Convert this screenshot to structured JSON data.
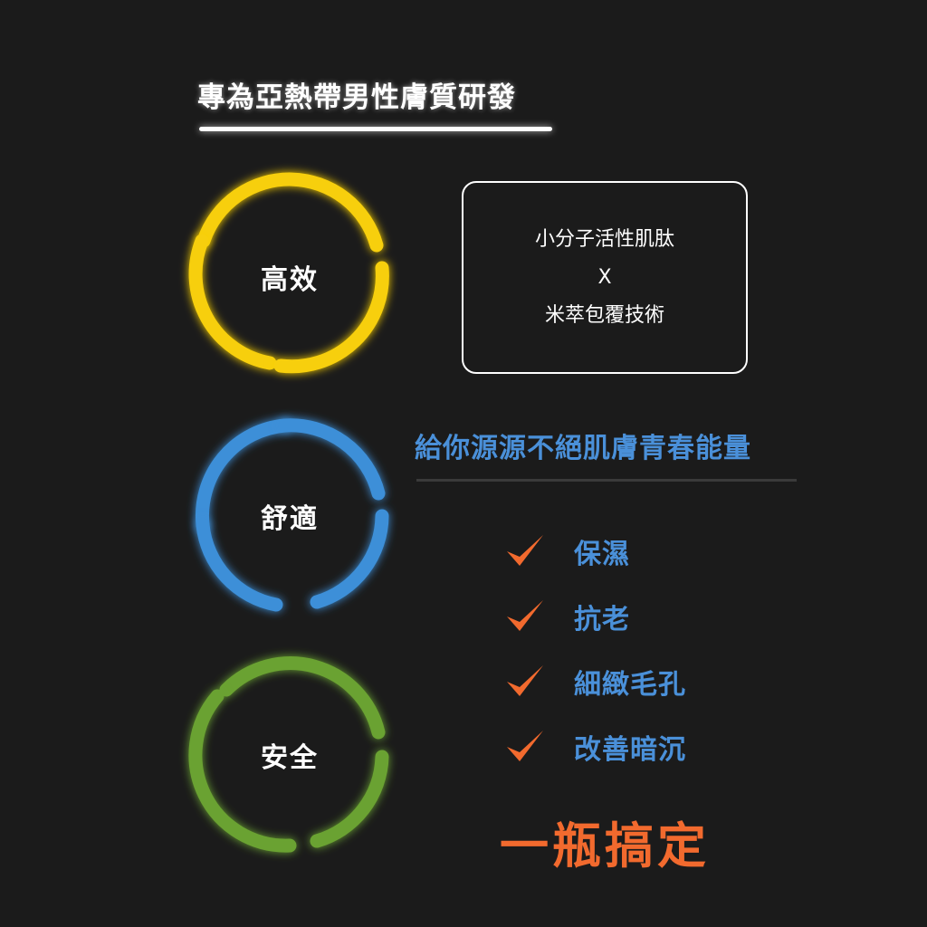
{
  "header": {
    "title": "專為亞熱帶男性膚質研發"
  },
  "rings": [
    {
      "label": "高效",
      "color": "#f7cf0a"
    },
    {
      "label": "舒適",
      "color": "#3d8fd8"
    },
    {
      "label": "安全",
      "color": "#6aa232"
    }
  ],
  "tech_box": {
    "line1": "小分子活性肌肽",
    "line2": "X",
    "line3": "米萃包覆技術"
  },
  "tagline": "給你源源不絕肌膚青春能量",
  "benefits": [
    {
      "label": "保濕",
      "icon": "checkmark-icon"
    },
    {
      "label": "抗老",
      "icon": "checkmark-icon"
    },
    {
      "label": "細緻毛孔",
      "icon": "checkmark-icon"
    },
    {
      "label": "改善暗沉",
      "icon": "checkmark-icon"
    }
  ],
  "finale": "一瓶搞定",
  "colors": {
    "background": "#1b1b1b",
    "accent_blue": "#4a90d9",
    "accent_orange": "#f26a2e",
    "check": "#f26a2e"
  }
}
